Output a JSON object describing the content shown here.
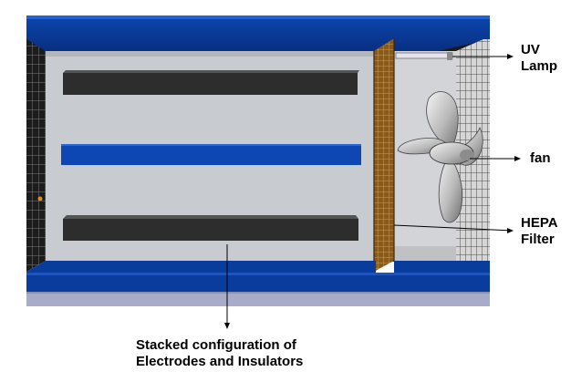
{
  "labels": {
    "uv_lamp": [
      "UV",
      "Lamp"
    ],
    "fan": "fan",
    "hepa_filter": [
      "HEPA",
      "Filter"
    ],
    "stack": [
      "Stacked configuration of",
      "Electrodes and Insulators"
    ]
  },
  "colors": {
    "housing_blue": "#0a3c9e",
    "chamber_gray": "#c8cbd0",
    "electrode_dark": "#2d2d2d",
    "insulator_blue": "#0d47b3",
    "filter_brown": "#8a5a1c",
    "base_lavender": "#a9acc9"
  }
}
